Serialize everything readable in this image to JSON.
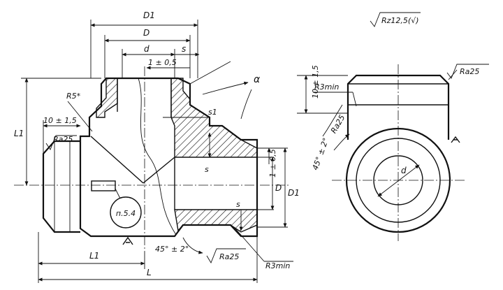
{
  "labels": {
    "D1_top": "D1",
    "D": "D",
    "d": "d",
    "s": "s",
    "tol_top": "1 ± 0,5",
    "alpha": "α",
    "R5": "R5*",
    "dim_10": "10 ± 1,5",
    "ra25_left": "Ra25",
    "L1_left": "L1",
    "s1": "s1",
    "s_small": "s",
    "tol_right": "1 ± 0,5",
    "D_right": "D",
    "D1_right": "D1",
    "s_bottom": "s",
    "note": "п.5.4",
    "L1_bottom": "L1",
    "L": "L",
    "angle_bottom": "45° ± 2°",
    "ra25_bottom": "Ra25",
    "r3min_bottom": "R3min",
    "ra_general": "Rz12,5(√)",
    "dim_10_side": "10 ± 1,5",
    "r3min_side": "R3min",
    "ra25_side": "Ra25",
    "ra25_right": "Ra25",
    "angle_side": "45° ± 2°",
    "d_side": "d"
  }
}
